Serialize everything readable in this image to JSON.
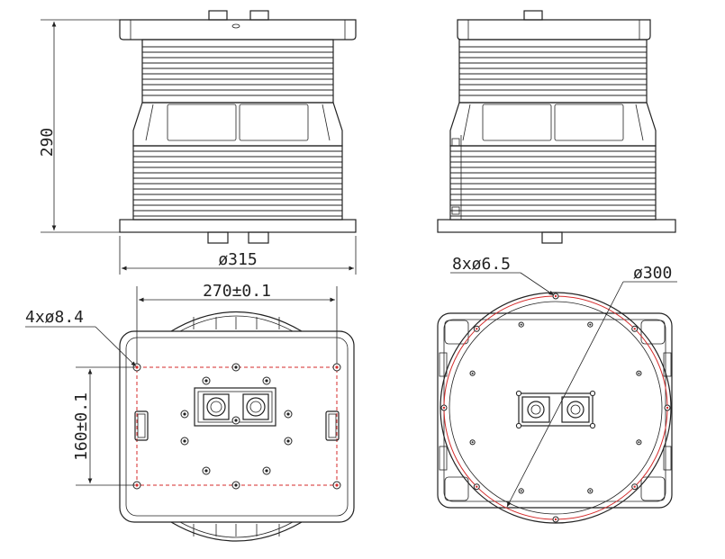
{
  "dimensions": {
    "height_label": "290",
    "base_diameter_label": "ø315",
    "hole_span_label": "270±0.1",
    "hole_spacing_label": "160±0.1",
    "mount_holes_label": "4xø8.4",
    "flange_holes_label": "8xø6.5",
    "flange_diameter_label": "ø300"
  },
  "colors": {
    "line": "#222222",
    "hole_circle": "#d42a2a"
  }
}
